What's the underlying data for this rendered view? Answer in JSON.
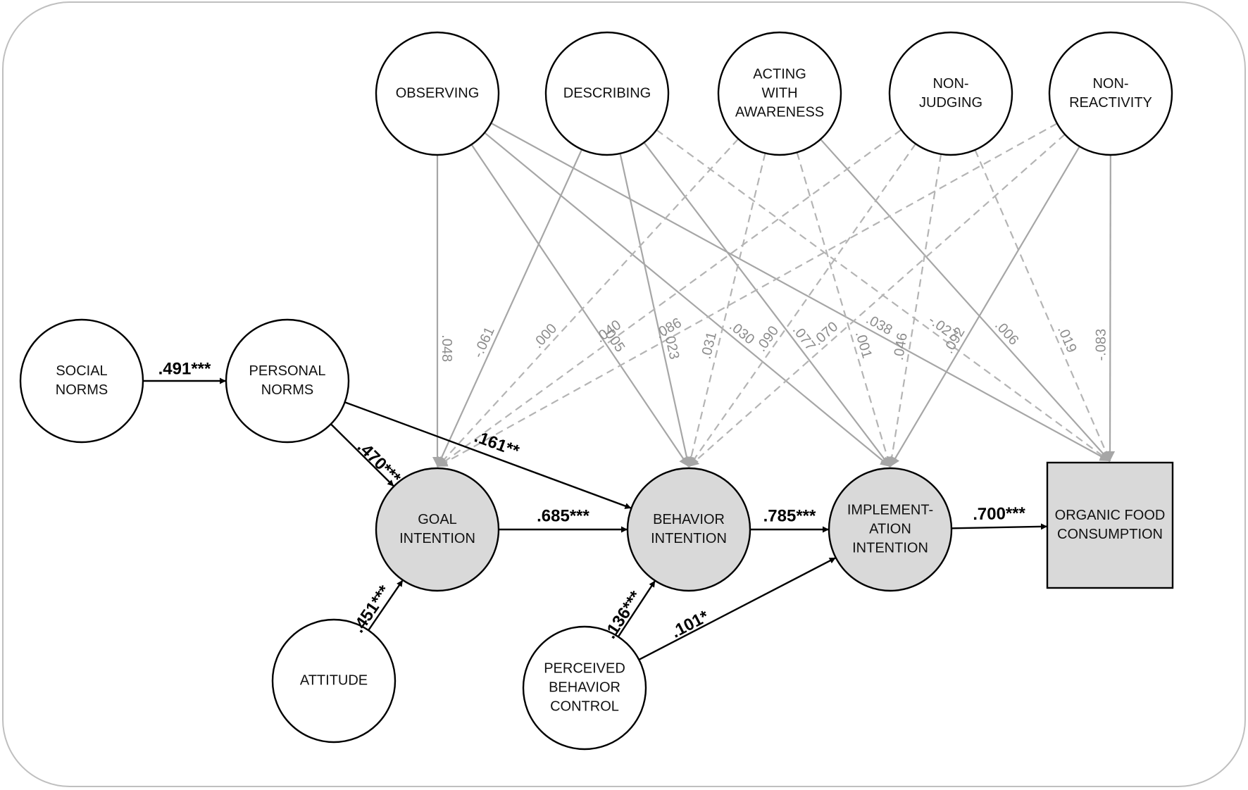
{
  "diagram": {
    "nodes": {
      "observing": [
        "OBSERVING"
      ],
      "describing": [
        "DESCRIBING"
      ],
      "acting": [
        "ACTING",
        "WITH",
        "AWARENESS"
      ],
      "nonjudging": [
        "NON-",
        "JUDGING"
      ],
      "nonreactivity": [
        "NON-",
        "REACTIVITY"
      ],
      "social_norms": [
        "SOCIAL",
        "NORMS"
      ],
      "personal_norms": [
        "PERSONAL",
        "NORMS"
      ],
      "goal_intention": [
        "GOAL",
        "INTENTION"
      ],
      "behavior_intention": [
        "BEHAVIOR",
        "INTENTION"
      ],
      "implementation_intention": [
        "IMPLEMENT-",
        "ATION",
        "INTENTION"
      ],
      "organic_food_consumption": [
        "ORGANIC FOOD",
        "CONSUMPTION"
      ],
      "attitude": [
        "ATTITUDE"
      ],
      "perceived_behavior_control": [
        "PERCEIVED",
        "BEHAVIOR",
        "CONTROL"
      ]
    },
    "main_paths": [
      {
        "from": "social_norms",
        "to": "personal_norms",
        "coef": ".491***"
      },
      {
        "from": "personal_norms",
        "to": "goal_intention",
        "coef": ".470***"
      },
      {
        "from": "personal_norms",
        "to": "behavior_intention",
        "coef": ".161**"
      },
      {
        "from": "attitude",
        "to": "goal_intention",
        "coef": ".451***"
      },
      {
        "from": "goal_intention",
        "to": "behavior_intention",
        "coef": ".685***"
      },
      {
        "from": "behavior_intention",
        "to": "implementation_intention",
        "coef": ".785***"
      },
      {
        "from": "implementation_intention",
        "to": "organic_food_consumption",
        "coef": ".700***"
      },
      {
        "from": "perceived_behavior_control",
        "to": "behavior_intention",
        "coef": ".136***"
      },
      {
        "from": "perceived_behavior_control",
        "to": "implementation_intention",
        "coef": ".101*"
      }
    ],
    "mindfulness_paths": [
      {
        "from": "observing",
        "to": "goal_intention",
        "coef": ".048",
        "style": "solid"
      },
      {
        "from": "observing",
        "to": "behavior_intention",
        "coef": ".005",
        "style": "solid"
      },
      {
        "from": "observing",
        "to": "implementation_intention",
        "coef": ".030",
        "style": "solid"
      },
      {
        "from": "observing",
        "to": "organic_food_consumption",
        "coef": ".038",
        "style": "solid"
      },
      {
        "from": "describing",
        "to": "goal_intention",
        "coef": "-.061",
        "style": "solid"
      },
      {
        "from": "describing",
        "to": "behavior_intention",
        "coef": ".023",
        "style": "solid"
      },
      {
        "from": "describing",
        "to": "implementation_intention",
        "coef": ".077",
        "style": "solid"
      },
      {
        "from": "describing",
        "to": "organic_food_consumption",
        "coef": "-.027",
        "style": "dashed"
      },
      {
        "from": "acting",
        "to": "goal_intention",
        "coef": ".000",
        "style": "dashed"
      },
      {
        "from": "acting",
        "to": "behavior_intention",
        "coef": ".031",
        "style": "dashed"
      },
      {
        "from": "acting",
        "to": "implementation_intention",
        "coef": ".001",
        "style": "dashed"
      },
      {
        "from": "acting",
        "to": "organic_food_consumption",
        "coef": ".006",
        "style": "solid"
      },
      {
        "from": "nonjudging",
        "to": "goal_intention",
        "coef": ".040",
        "style": "dashed"
      },
      {
        "from": "nonjudging",
        "to": "behavior_intention",
        "coef": ".090",
        "style": "dashed"
      },
      {
        "from": "nonjudging",
        "to": "implementation_intention",
        "coef": ".046",
        "style": "dashed"
      },
      {
        "from": "nonjudging",
        "to": "organic_food_consumption",
        "coef": ".019",
        "style": "dashed"
      },
      {
        "from": "nonreactivity",
        "to": "goal_intention",
        "coef": ".086",
        "style": "dashed"
      },
      {
        "from": "nonreactivity",
        "to": "behavior_intention",
        "coef": ".070",
        "style": "dashed"
      },
      {
        "from": "nonreactivity",
        "to": "implementation_intention",
        "coef": ".092",
        "style": "solid"
      },
      {
        "from": "nonreactivity",
        "to": "organic_food_consumption",
        "coef": "-.083",
        "style": "solid"
      }
    ],
    "colors": {
      "main_path": "#000000",
      "mindfulness_solid": "#a6a6a6",
      "mindfulness_dashed": "#b4b4b4",
      "outcome_fill": "#d9d9d9",
      "node_fill": "#ffffff"
    }
  }
}
